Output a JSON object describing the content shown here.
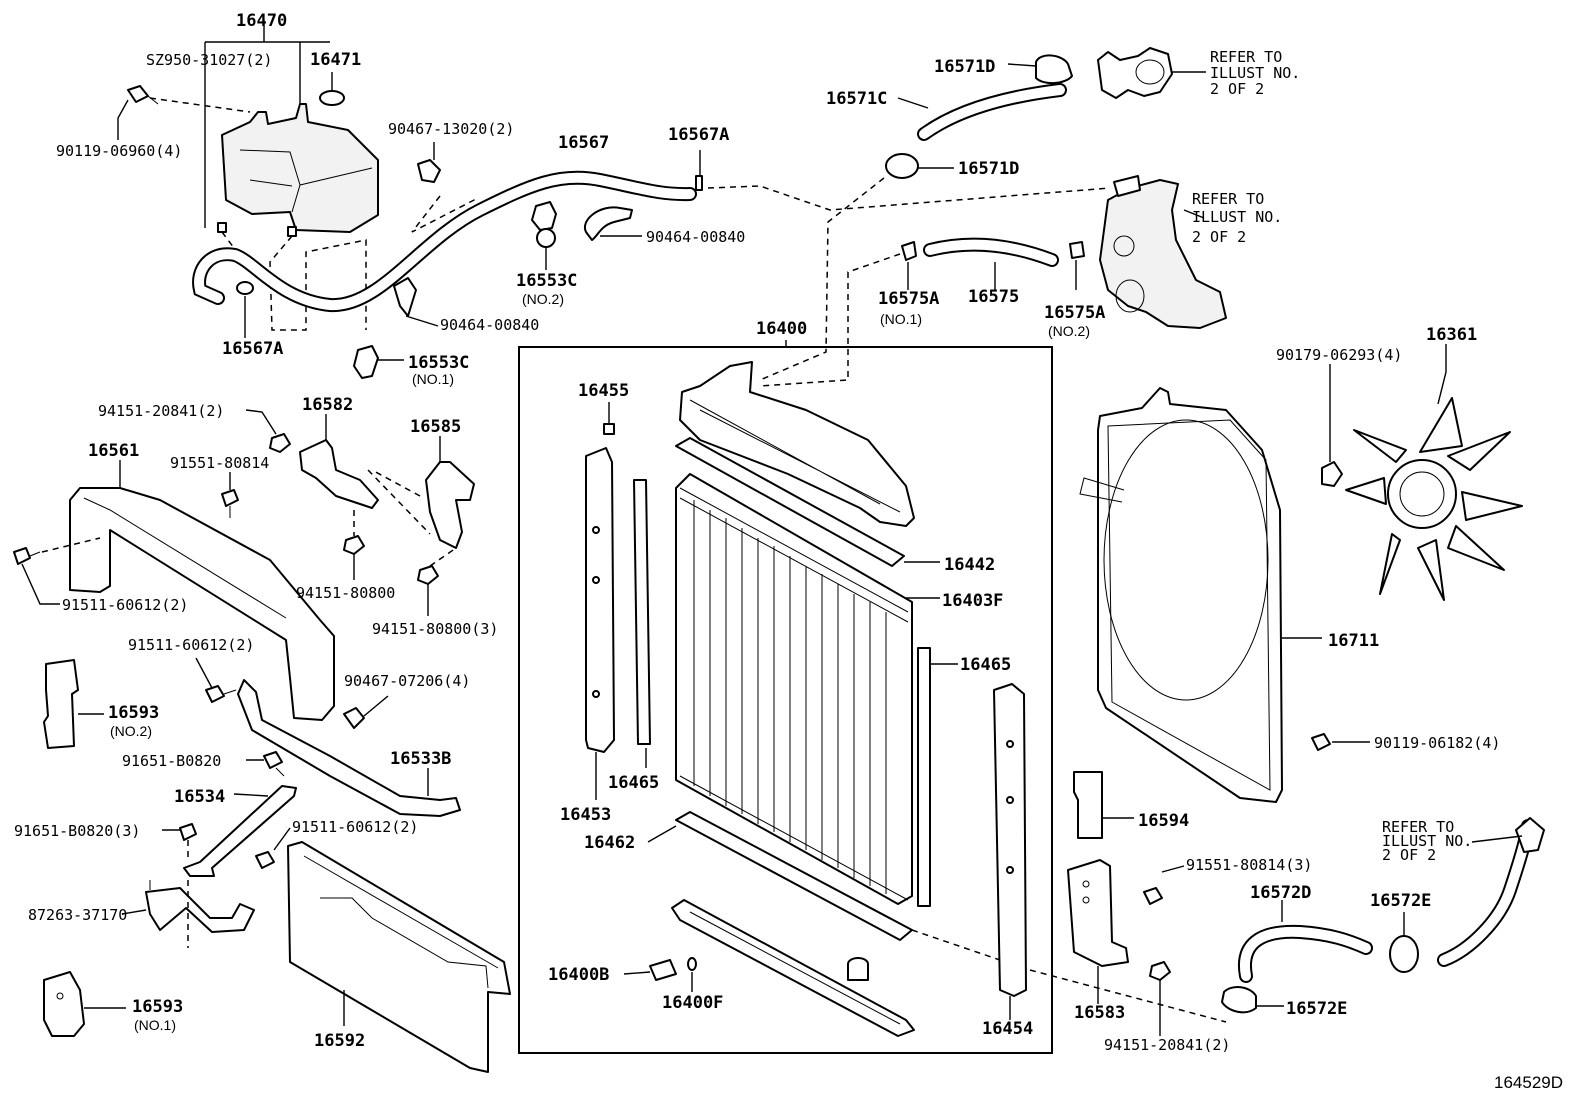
{
  "diagram_id": "164529D",
  "labels": {
    "p16470": "16470",
    "sz950": "SZ950-31027(2)",
    "p16471": "16471",
    "p90119_06960": "90119-06960(4)",
    "p90467_13020": "90467-13020(2)",
    "p16567": "16567",
    "p16567A_top": "16567A",
    "p16567A_bot": "16567A",
    "p90464_00840_a": "90464-00840",
    "p90464_00840_b": "90464-00840",
    "p16553C_no2": "16553C",
    "no2_a": "(NO.2)",
    "p16553C_no1": "16553C",
    "no1_a": "(NO.1)",
    "p16571D_top": "16571D",
    "p16571C": "16571C",
    "p16571D_bot": "16571D",
    "p16575A_1": "16575A",
    "no1_b": "(NO.1)",
    "p16575": "16575",
    "p16575A_2": "16575A",
    "no2_b": "(NO.2)",
    "p16400": "16400",
    "p16455": "16455",
    "p16442": "16442",
    "p16403F": "16403F",
    "p16465_r": "16465",
    "p16465_l": "16465",
    "p16453": "16453",
    "p16462": "16462",
    "p16400B": "16400B",
    "p16400F": "16400F",
    "p16454": "16454",
    "p94151_20841_top": "94151-20841(2)",
    "p16582": "16582",
    "p16585": "16585",
    "p16561": "16561",
    "p91551_80814_a": "91551-80814",
    "p94151_80800": "94151-80800",
    "p94151_80800_3": "94151-80800(3)",
    "p91511_60612_a": "91511-60612(2)",
    "p91511_60612_b": "91511-60612(2)",
    "p90467_07206": "90467-07206(4)",
    "p16593_no2": "16593",
    "no2_c": "(NO.2)",
    "p91651_b0820": "91651-B0820",
    "p16533B": "16533B",
    "p16534": "16534",
    "p91651_b0820_3": "91651-B0820(3)",
    "p91511_60612_c": "91511-60612(2)",
    "p87263_37170": "87263-37170",
    "p16593_no1": "16593",
    "no1_c": "(NO.1)",
    "p16592": "16592",
    "p90179_06293": "90179-06293(4)",
    "p16361": "16361",
    "p16711": "16711",
    "p90119_06182": "90119-06182(4)",
    "p16594": "16594",
    "p91551_80814_3": "91551-80814(3)",
    "p16572D": "16572D",
    "p16572E_a": "16572E",
    "p16572E_b": "16572E",
    "p16583": "16583",
    "p94151_20841_bot": "94151-20841(2)"
  },
  "refer_notes": {
    "top_right": [
      "REFER TO",
      "ILLUST NO.",
      "2 OF 2"
    ],
    "middle_right": [
      "REFER TO",
      "ILLUST NO.",
      "2 OF 2"
    ],
    "bottom_right": [
      "REFER TO",
      "ILLUST NO.",
      "2 OF 2"
    ]
  }
}
